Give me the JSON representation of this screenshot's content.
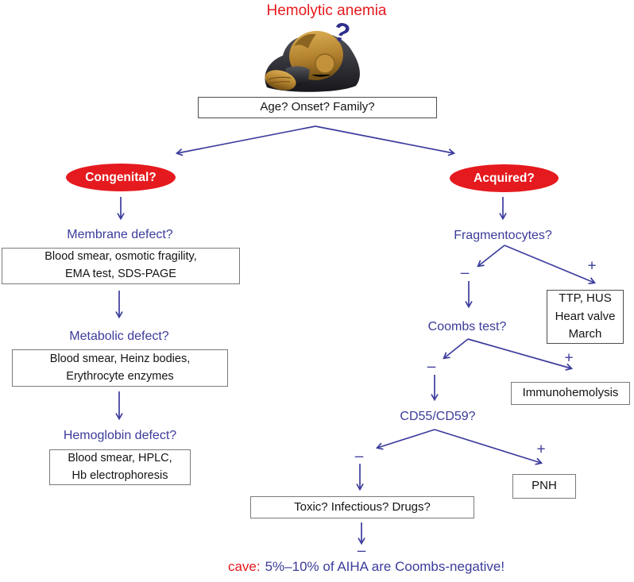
{
  "title": "Hemolytic anemia",
  "question_mark": "?",
  "root_question": "Age? Onset? Family?",
  "signs": {
    "plus": "+",
    "minus": "–"
  },
  "colors": {
    "red": "#e51a1e",
    "indigo": "#3b3b9b",
    "box_border": "#7a7a7a"
  },
  "branches": {
    "congenital": {
      "label": "Congenital?",
      "steps": [
        {
          "question": "Membrane defect?",
          "tests": [
            "Blood smear, osmotic fragility,",
            "EMA test, SDS-PAGE"
          ]
        },
        {
          "question": "Metabolic defect?",
          "tests": [
            "Blood smear, Heinz bodies,",
            "Erythrocyte enzymes"
          ]
        },
        {
          "question": "Hemoglobin defect?",
          "tests": [
            "Blood smear, HPLC,",
            "Hb electrophoresis"
          ]
        }
      ]
    },
    "acquired": {
      "label": "Acquired?",
      "fragmentocytes": {
        "question": "Fragmentocytes?",
        "positive_box": [
          "TTP, HUS",
          "Heart valve",
          "March"
        ]
      },
      "coombs": {
        "question": "Coombs test?",
        "positive_box": [
          "Immunohemolysis"
        ]
      },
      "cd55": {
        "question": "CD55/CD59?",
        "positive_box": [
          "PNH"
        ]
      },
      "negative_workup_box": "Toxic? Infectious? Drugs?"
    }
  },
  "caption": {
    "prefix": "cave:",
    "text": "5%–10% of AIHA are Coombs-negative!"
  }
}
